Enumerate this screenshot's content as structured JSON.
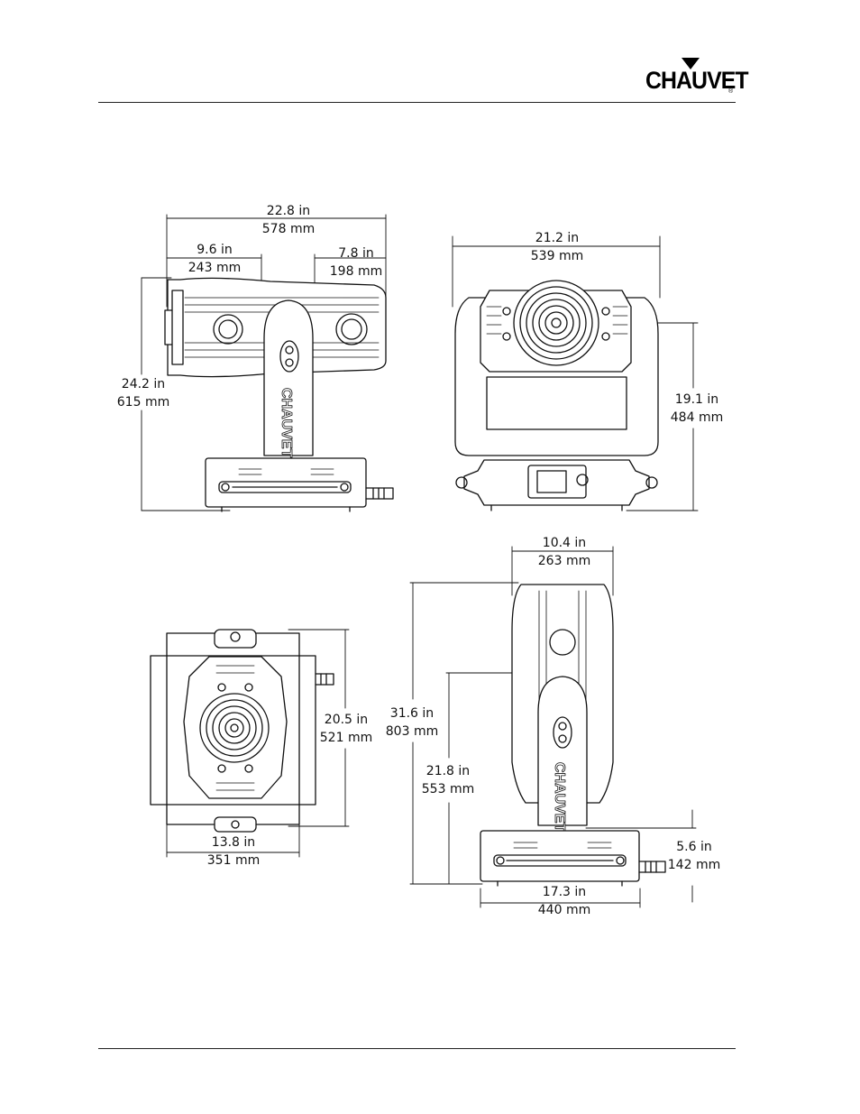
{
  "brand": {
    "logo_text": "CHAUVET",
    "registered_mark": "®"
  },
  "dimensions": {
    "side_total_width": {
      "in": "22.8 in",
      "mm": "578 mm"
    },
    "side_left_part": {
      "in": "9.6 in",
      "mm": "243 mm"
    },
    "side_right_part": {
      "in": "7.8 in",
      "mm": "198 mm"
    },
    "side_height": {
      "in": "24.2 in",
      "mm": "615 mm"
    },
    "front_width": {
      "in": "21.2 in",
      "mm": "539 mm"
    },
    "front_height": {
      "in": "19.1 in",
      "mm": "484 mm"
    },
    "top_height": {
      "in": "20.5 in",
      "mm": "521 mm"
    },
    "top_width": {
      "in": "13.8 in",
      "mm": "351 mm"
    },
    "upright_head_width": {
      "in": "10.4 in",
      "mm": "263 mm"
    },
    "upright_height": {
      "in": "31.6 in",
      "mm": "803 mm"
    },
    "upright_pivot": {
      "in": "21.8 in",
      "mm": "553 mm"
    },
    "upright_base_h": {
      "in": "5.6 in",
      "mm": "142 mm"
    },
    "upright_base_w": {
      "in": "17.3 in",
      "mm": "440 mm"
    }
  },
  "yoke_label": "CHAUVET"
}
